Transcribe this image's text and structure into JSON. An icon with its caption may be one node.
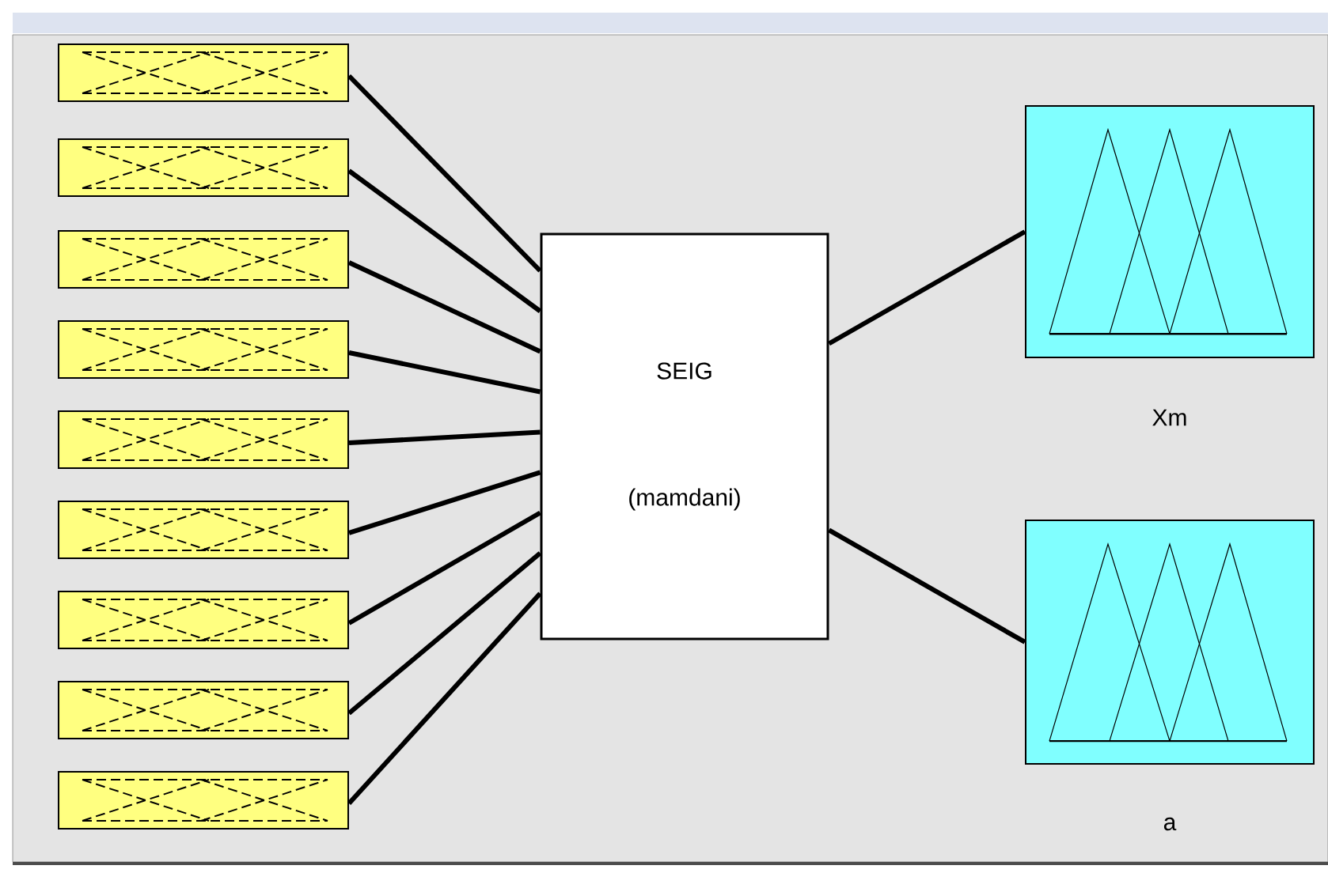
{
  "diagram": {
    "nodes": [
      {
        "text": [],
        "shape": "box"
      },
      {
        "text": [],
        "shape": "box"
      },
      {
        "text": [],
        "shape": "box"
      },
      {
        "text": [],
        "shape": "box"
      },
      {
        "text": [],
        "shape": "box"
      },
      {
        "text": [],
        "shape": "box"
      },
      {
        "text": [],
        "shape": "box"
      },
      {
        "text": [],
        "shape": "box"
      },
      {
        "text": [],
        "shape": "box"
      },
      {
        "text": [
          "SEIG",
          "(mamdani)"
        ]
      },
      {
        "text": [],
        "shape": "box",
        "beside": [
          "Xm"
        ]
      },
      {
        "text": [],
        "shape": "box",
        "beside": [
          "a"
        ]
      }
    ],
    "edges": [
      {
        "from": 0,
        "to": 9,
        "arrow": "none"
      },
      {
        "from": 1,
        "to": 9,
        "arrow": "none"
      },
      {
        "from": 2,
        "to": 9,
        "arrow": "none"
      },
      {
        "from": 3,
        "to": 9,
        "arrow": "none"
      },
      {
        "from": 4,
        "to": 9,
        "arrow": "none"
      },
      {
        "from": 5,
        "to": 9,
        "arrow": "none"
      },
      {
        "from": 6,
        "to": 9,
        "arrow": "none"
      },
      {
        "from": 7,
        "to": 9,
        "arrow": "none"
      },
      {
        "from": 8,
        "to": 9,
        "arrow": "none"
      },
      {
        "from": 9,
        "to": 10,
        "arrow": "none"
      },
      {
        "from": 9,
        "to": 11,
        "arrow": "none"
      }
    ]
  }
}
